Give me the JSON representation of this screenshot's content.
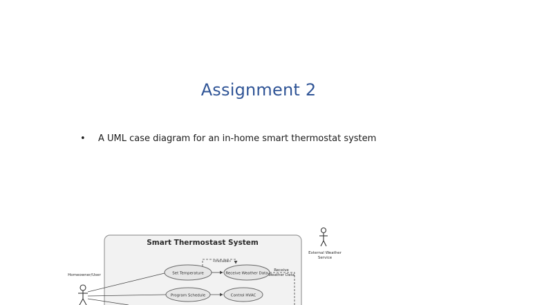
{
  "slide": {
    "title": "Assignment 2",
    "bullet_symbol": "•",
    "bullet_text": "A UML case diagram for an in-home smart thermostat system"
  },
  "diagram": {
    "system_title": "Smart Thermostast System",
    "actors": {
      "homeowner": "Homeowner/User",
      "external_line1": "External Weather",
      "external_line2": "Service"
    },
    "use_cases": {
      "set_temperature": "Set Temperature",
      "receive_weather": "Receive Weather Data",
      "program_schedule": "Program Schedule",
      "control_hvac": "Control HVAC"
    },
    "include_label": "«include»",
    "receive_label_line1": "Receive",
    "receive_label_line2": "Weather Data"
  },
  "colors": {
    "title": "#2f5496",
    "text": "#1a1a1a",
    "system_fill": "#f2f2f2",
    "usecase_fill": "#e6e6e6"
  }
}
